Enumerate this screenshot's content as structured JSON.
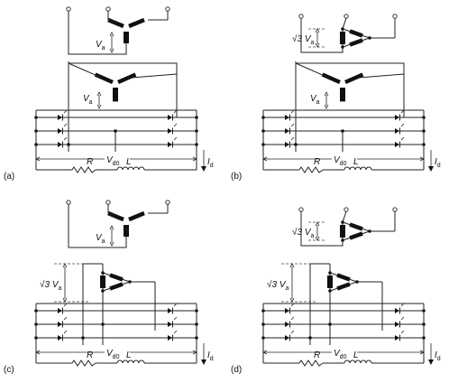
{
  "panels": [
    {
      "id": "a",
      "label": "(a)",
      "primary": "Y",
      "secondary": "Y",
      "labels": {
        "primary_voltage": "V",
        "secondary_voltage": "V",
        "sub": "a",
        "dc_voltage": "V",
        "dc_sub": "d0",
        "resistor": "R",
        "inductor": "L",
        "current": "I",
        "current_sub": "d"
      }
    },
    {
      "id": "b",
      "label": "(b)",
      "primary": "D",
      "secondary": "Y",
      "labels": {
        "primary_voltage": "√3 V",
        "secondary_voltage": "V",
        "sub": "a",
        "dc_voltage": "V",
        "dc_sub": "d0",
        "resistor": "R",
        "inductor": "L",
        "current": "I",
        "current_sub": "d"
      }
    },
    {
      "id": "c",
      "label": "(c)",
      "primary": "Y",
      "secondary": "D",
      "labels": {
        "primary_voltage": "V",
        "secondary_voltage": "√3 V",
        "sub": "a",
        "dc_voltage": "V",
        "dc_sub": "d0",
        "resistor": "R",
        "inductor": "L",
        "current": "I",
        "current_sub": "d"
      }
    },
    {
      "id": "d",
      "label": "(d)",
      "primary": "D",
      "secondary": "D",
      "labels": {
        "primary_voltage": "√3 V",
        "secondary_voltage": "√3 V",
        "sub": "a",
        "dc_voltage": "V",
        "dc_sub": "d0",
        "resistor": "R",
        "inductor": "L",
        "current": "I",
        "current_sub": "d"
      }
    }
  ]
}
